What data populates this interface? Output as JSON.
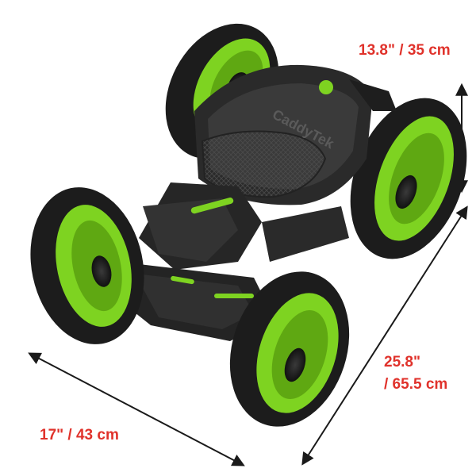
{
  "dimensions": {
    "height": "13.8\" / 35 cm",
    "length_line1": "25.8\"",
    "length_line2": "/ 65.5 cm",
    "width": "17\" / 43 cm"
  },
  "product": {
    "brand_text": "CaddyTek"
  },
  "colors": {
    "label": "#e0322b",
    "accent_green": "#7ed321",
    "tire": "#1c1c1c",
    "frame": "#2a2a2a",
    "arrow": "#1a1a1a"
  }
}
